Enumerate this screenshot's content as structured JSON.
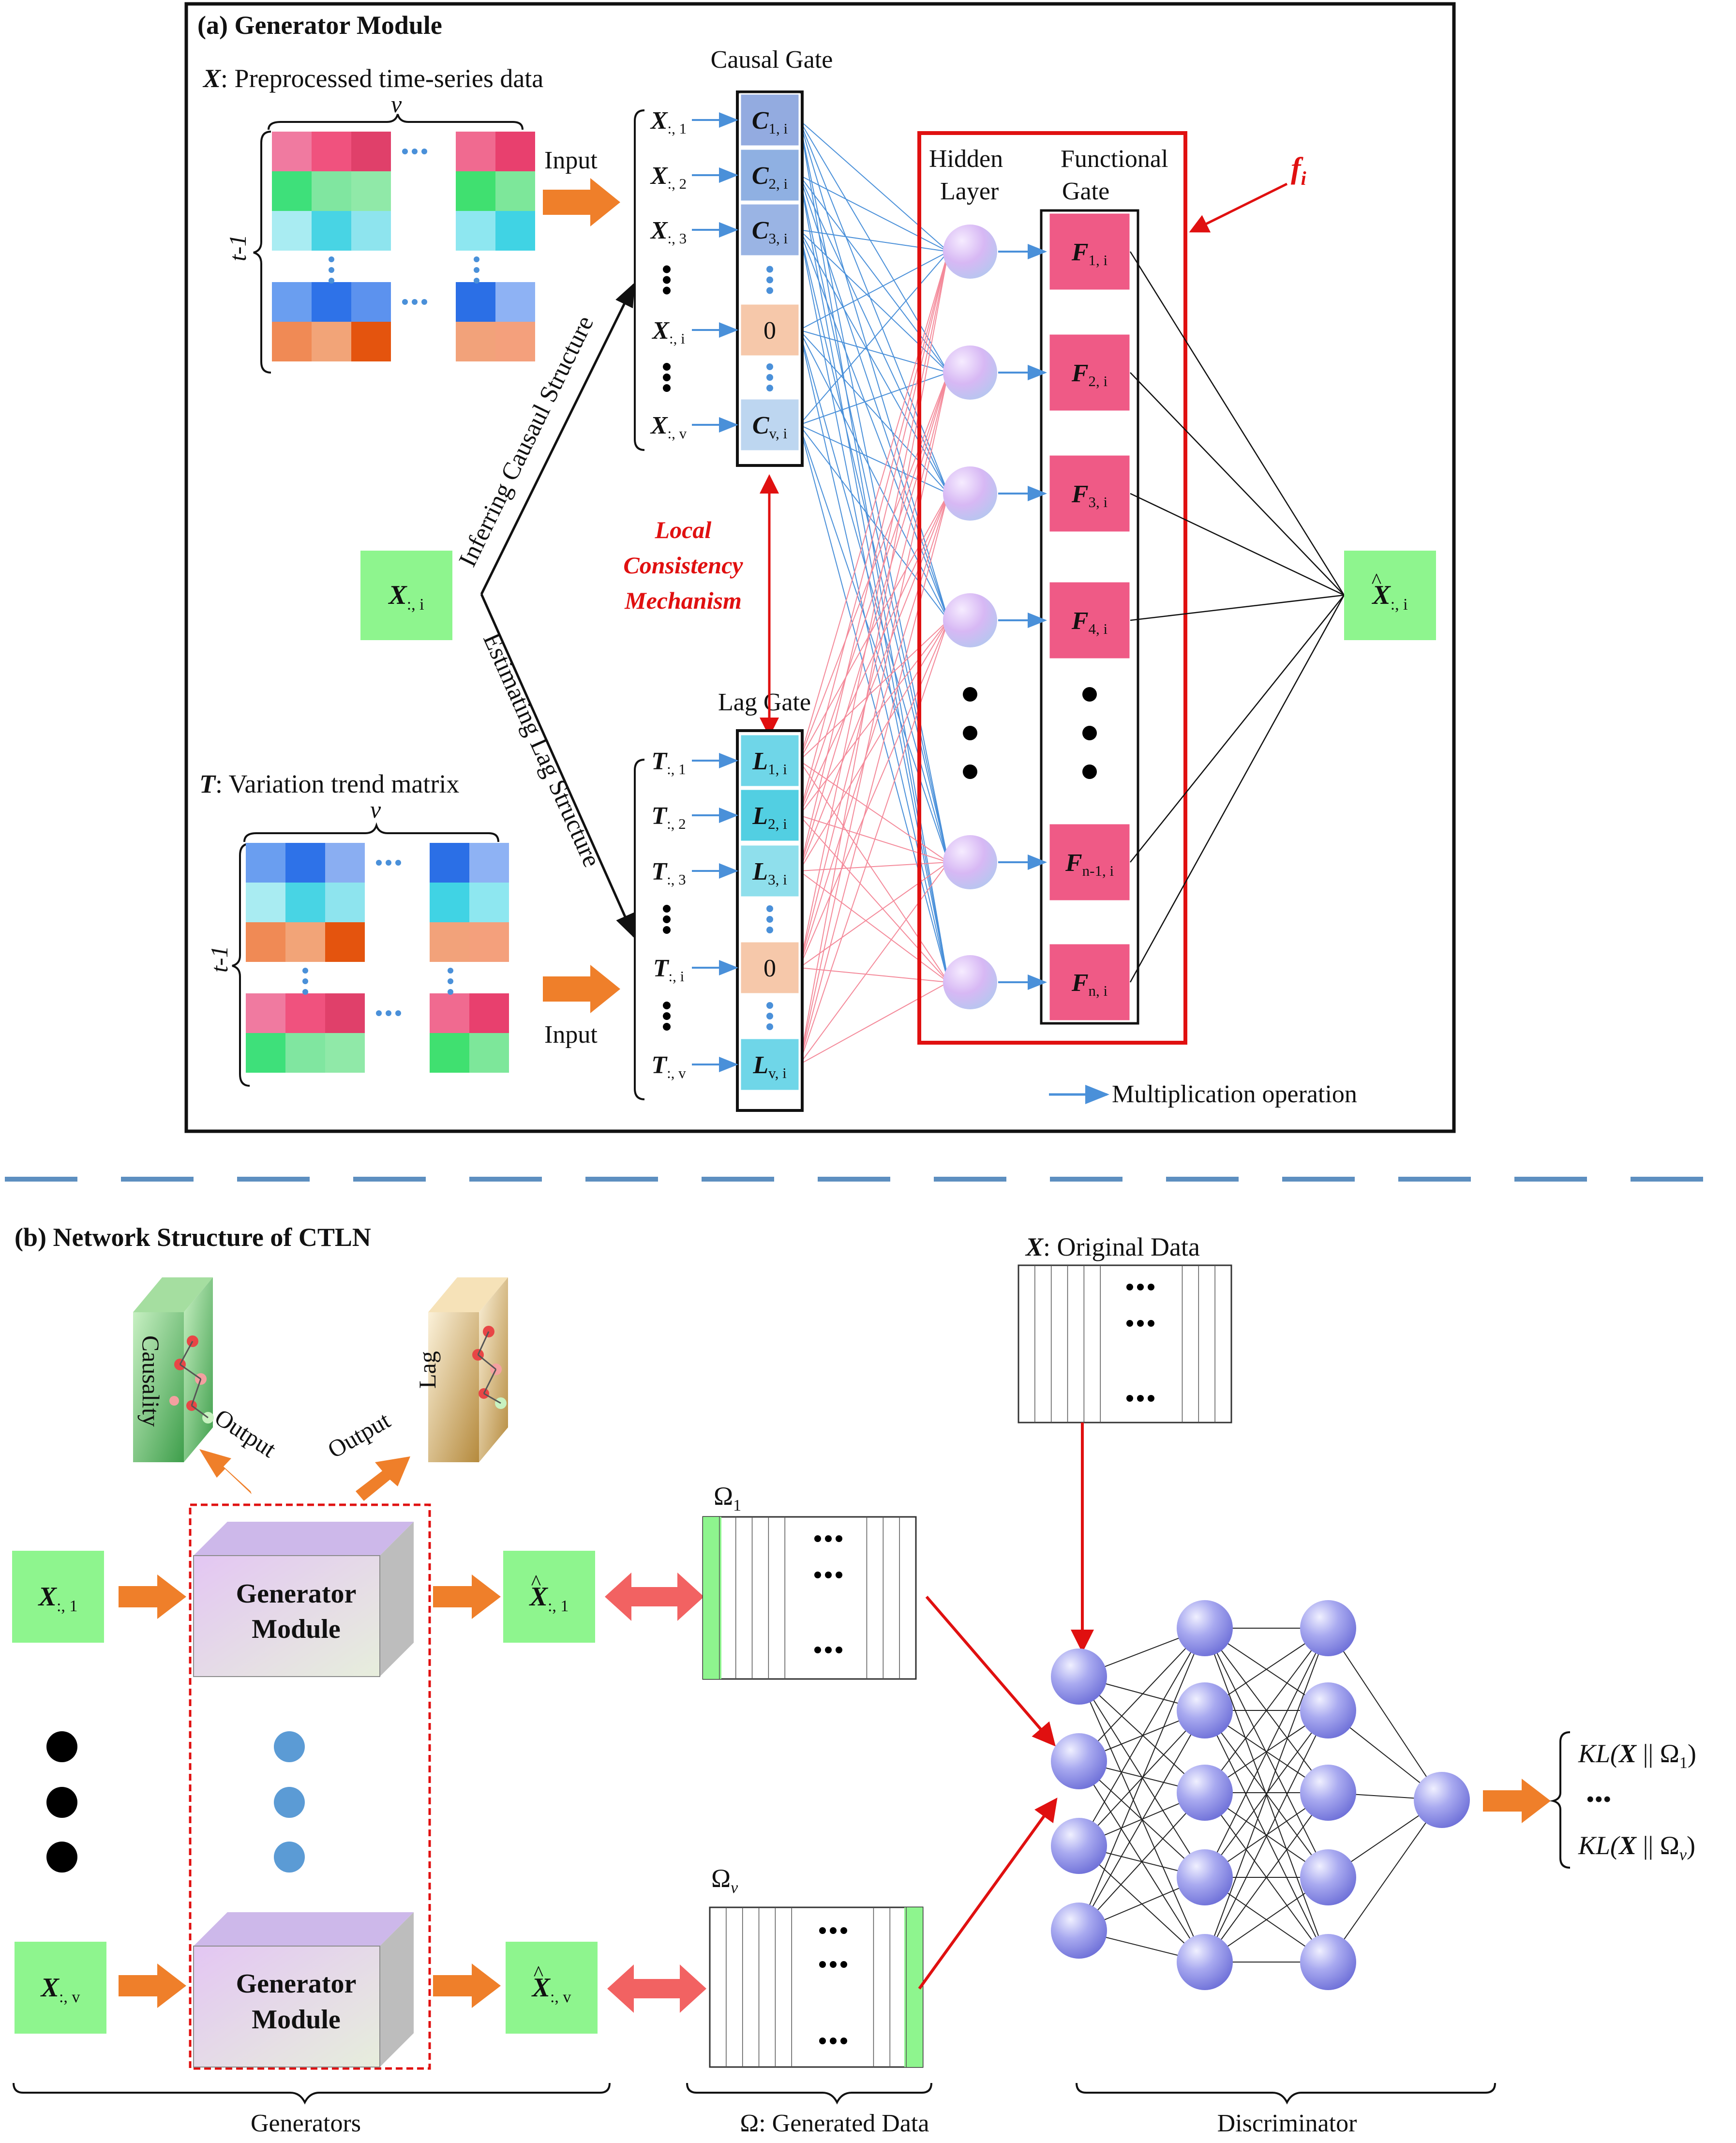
{
  "panel_a": {
    "title": "(a) Generator Module",
    "x_caption_var": "X",
    "x_caption_text": ": Preprocessed time-series data",
    "t_caption_var": "T",
    "t_caption_text": ": Variation trend matrix",
    "v_label": "v",
    "t1_label": "t-1",
    "input_label": "Input",
    "causal_gate_title": "Causal Gate",
    "lag_gate_title": "Lag Gate",
    "hidden_title_1": "Hidden",
    "hidden_title_2": "Layer",
    "functional_title_1": "Functional",
    "functional_title_2": "Gate",
    "fi_label": "f",
    "fi_sub": "i",
    "center_input": "X",
    "center_input_sub": ":, i",
    "inferring_label": "Inferring Causaul Structure",
    "estimating_label": "Estimating Lag Structure",
    "local_consistency": [
      "Local",
      "Consistency",
      "Mechanism"
    ],
    "output_label": "X",
    "output_sub": ":, i",
    "multiplication_label": "Multiplication operation",
    "x_inputs": [
      {
        "v": "X",
        "s": ":, 1"
      },
      {
        "v": "X",
        "s": ":, 2"
      },
      {
        "v": "X",
        "s": ":, 3"
      },
      {
        "v": "X",
        "s": ":, i"
      },
      {
        "v": "X",
        "s": ":, v"
      }
    ],
    "causal_cells": [
      {
        "v": "C",
        "s": "1, i"
      },
      {
        "v": "C",
        "s": "2, i"
      },
      {
        "v": "C",
        "s": "3, i"
      },
      {
        "v": "0",
        "s": ""
      },
      {
        "v": "C",
        "s": "v, i"
      }
    ],
    "t_inputs": [
      {
        "v": "T",
        "s": ":, 1"
      },
      {
        "v": "T",
        "s": ":, 2"
      },
      {
        "v": "T",
        "s": ":, 3"
      },
      {
        "v": "T",
        "s": ":, i"
      },
      {
        "v": "T",
        "s": ":, v"
      }
    ],
    "lag_cells": [
      {
        "v": "L",
        "s": "1, i"
      },
      {
        "v": "L",
        "s": "2, i"
      },
      {
        "v": "L",
        "s": "3, i"
      },
      {
        "v": "0",
        "s": ""
      },
      {
        "v": "L",
        "s": "v, i"
      }
    ],
    "functional_cells": [
      {
        "v": "F",
        "s": "1, i"
      },
      {
        "v": "F",
        "s": "2, i"
      },
      {
        "v": "F",
        "s": "3, i"
      },
      {
        "v": "F",
        "s": "4, i"
      },
      {
        "v": "F",
        "s": "n-1, i"
      },
      {
        "v": "F",
        "s": "n, i"
      }
    ]
  },
  "panel_b": {
    "title": "(b) Network Structure of CTLN",
    "causality_label": "Causality",
    "lag_label": "Lag",
    "output_label": "Output",
    "generator_line1": "Generator",
    "generator_line2": "Module",
    "input_top": {
      "v": "X",
      "s": ":, 1"
    },
    "input_bottom": {
      "v": "X",
      "s": ":, v"
    },
    "hat_top": {
      "v": "X",
      "s": ":, 1"
    },
    "hat_bottom": {
      "v": "X",
      "s": ":, v"
    },
    "omega_1": "Ω",
    "omega_1_sub": "1",
    "omega_v": "Ω",
    "omega_v_sub": "v",
    "original_var": "X",
    "original_text": ": Original Data",
    "kl_top": [
      "KL(",
      "X",
      " || Ω",
      "1",
      ")"
    ],
    "kl_bottom": [
      "KL(",
      "X",
      " || Ω",
      "v",
      ")"
    ],
    "kl_dots": "•••",
    "generators_label": "Generators",
    "generated_label": "Ω: Generated Data",
    "discriminator_label": "Discriminator"
  },
  "colors": {
    "green": "#8ef58e",
    "red_frame": "#e01010",
    "blue_arrow": "#4a90d9",
    "orange_arrow": "#ef7f2a",
    "pink_cell": "#ef5a86",
    "neuron": "#b8b8f4",
    "purple_neuron": "#d8b4f0",
    "dash_blue": "#5d8fc0"
  }
}
